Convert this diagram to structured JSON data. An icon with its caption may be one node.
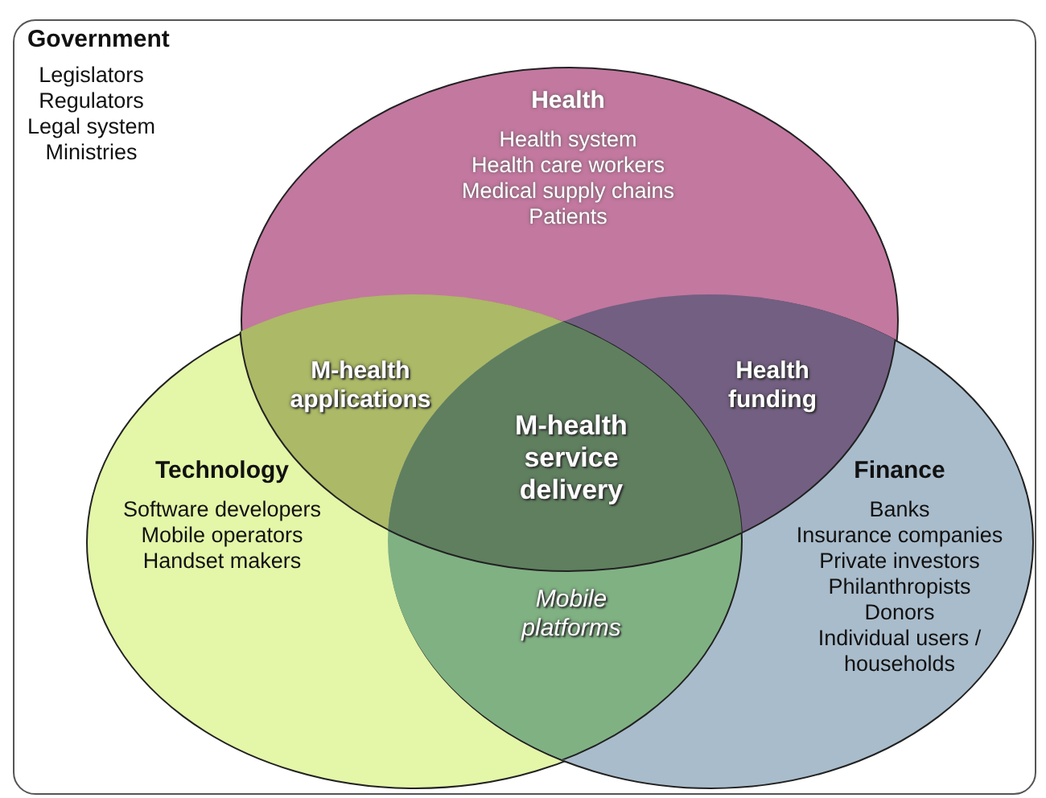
{
  "diagram": {
    "nodes": [
      {
        "text": [
          "Government",
          "Legislators",
          "Regulators",
          "Legal system",
          "Ministries"
        ]
      },
      {
        "text": [
          "Health",
          "Health system",
          "Health care workers",
          "Medical supply chains",
          "Patients"
        ],
        "in": 0
      },
      {
        "text": [
          "Technology",
          "Software developers",
          "Mobile operators",
          "Handset makers"
        ],
        "in": 0
      },
      {
        "text": [
          "Finance",
          "Banks",
          "Insurance companies",
          "Private investors",
          "Philanthropists",
          "Donors",
          "Individual users / households"
        ],
        "in": 0
      }
    ],
    "labels": [
      "M-health applications",
      "Health funding",
      "M-health service delivery",
      "Mobile platforms"
    ]
  }
}
